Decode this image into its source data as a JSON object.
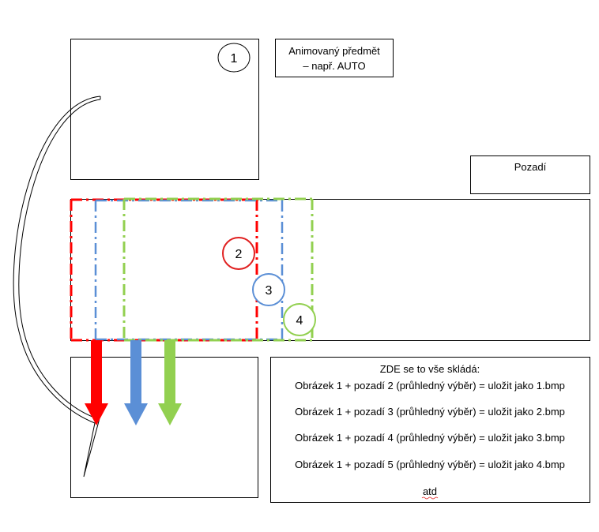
{
  "labels": {
    "frame_number": "1",
    "animated_object_line1": "Animovaný předmět",
    "animated_object_line2": "– např. AUTO",
    "background": "Pozadí",
    "marker_2": "2",
    "marker_3": "3",
    "marker_4": "4"
  },
  "composition": {
    "heading": "ZDE se to vše skládá:",
    "lines": [
      "Obrázek 1 + pozadí 2 (průhledný výběr) = uložit jako 1.bmp",
      "Obrázek 1 + pozadí 3 (průhledný výběr) = uložit jako 2.bmp",
      "Obrázek 1 + pozadí 4 (průhledný výběr) = uložit jako 3.bmp",
      "Obrázek 1 + pozadí 5 (průhledný výběr) = uložit jako 4.bmp"
    ],
    "footer": "atd"
  },
  "colors": {
    "red": "#ff0000",
    "blue": "#5b8fd6",
    "green": "#92d050",
    "marker_red": "#e02020",
    "marker_blue": "#5b8fd6",
    "marker_green": "#92d050"
  }
}
